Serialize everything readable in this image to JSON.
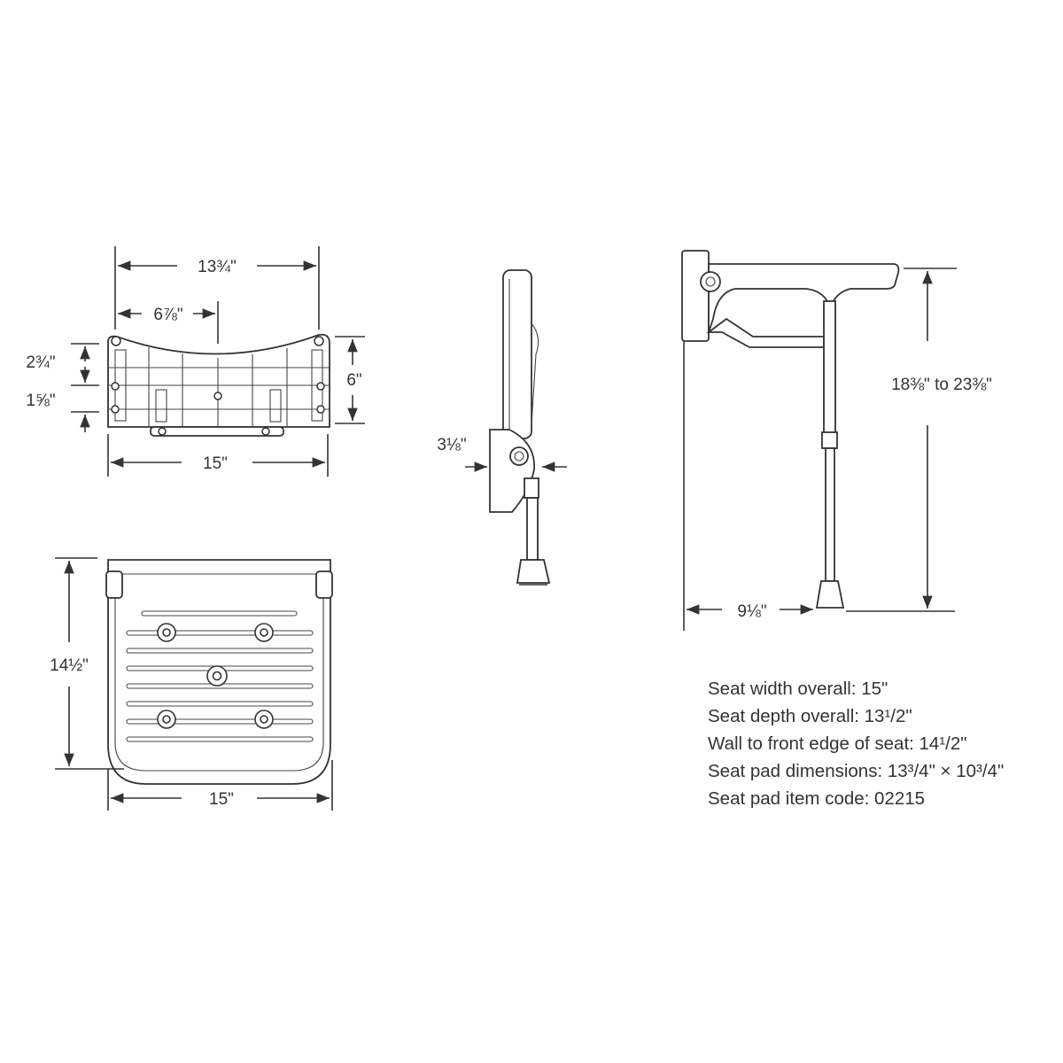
{
  "rear_view": {
    "top_width": "13¾\"",
    "center_offset": "6⅞\"",
    "upper_spacing": "2¾\"",
    "lower_spacing": "1⅝\"",
    "height": "6\"",
    "overall_width": "15\""
  },
  "top_view": {
    "depth": "14½\"",
    "width": "15\""
  },
  "side_view_folded": {
    "folded_depth": "3⅛\""
  },
  "side_view_open": {
    "height_range": "18⅜\" to 23⅜\"",
    "leg_offset": "9⅛\""
  },
  "specs": [
    "Seat width overall: 15\"",
    "Seat depth overall: 13¹/2\"",
    "Wall to front edge of seat: 14¹/2\"",
    "Seat pad dimensions: 13³/4\" × 10³/4\"",
    "Seat pad item code: 02215"
  ]
}
